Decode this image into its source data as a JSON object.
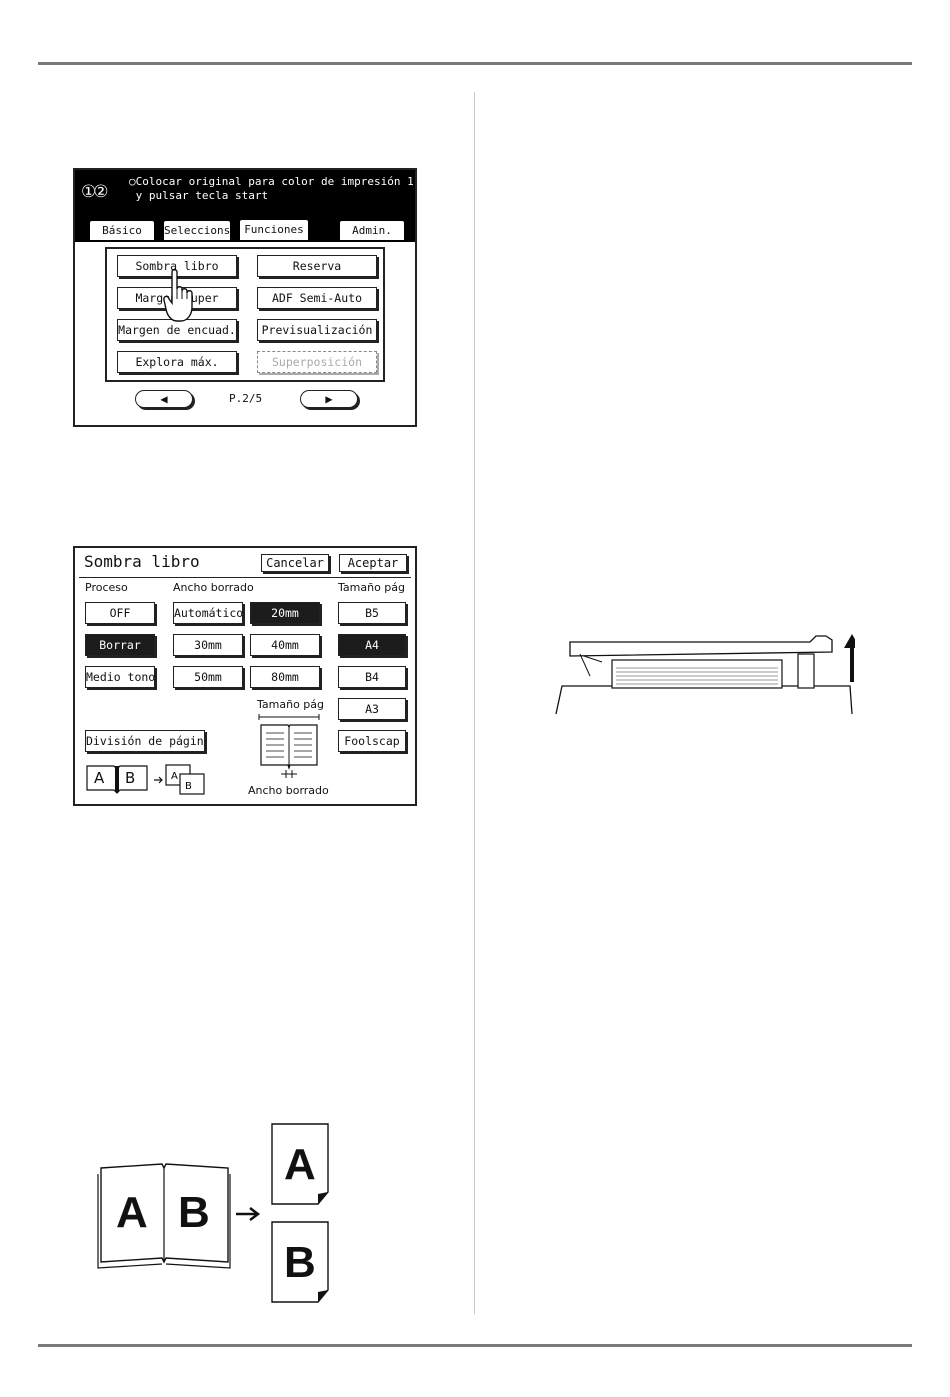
{
  "screen1": {
    "message_icon": "①②",
    "message": "○Colocar original para color de impresión 1\n y pulsar tecla start",
    "tabs": [
      "Básico",
      "Seleccions",
      "Funciones",
      "Admin."
    ],
    "active_tab": "Funciones",
    "buttons": {
      "sombra_libro": "Sombra libro",
      "margen_super": "Margen super",
      "margen_encuad": "Margen de encuad.",
      "explora_max": "Explora máx.",
      "reserva": "Reserva",
      "adf_semi_auto": "ADF Semi-Auto",
      "previsualizacion": "Previsualización",
      "superposicion": "Superposición"
    },
    "page_indicator": "P.2/5",
    "prev_arrow": "◀",
    "next_arrow": "▶"
  },
  "screen2": {
    "title": "Sombra libro",
    "cancel": "Cancelar",
    "accept": "Aceptar",
    "labels": {
      "proceso": "Proceso",
      "ancho_borrado": "Ancho borrado",
      "tamano_pag": "Tamaño pág",
      "diagram_top": "Tamaño pág",
      "diagram_bottom": "Ancho borrado"
    },
    "proceso_options": [
      "OFF",
      "Borrar",
      "Medio tono"
    ],
    "proceso_selected": "Borrar",
    "ancho_options": [
      "Automático",
      "20mm",
      "30mm",
      "40mm",
      "50mm",
      "80mm"
    ],
    "ancho_selected": "20mm",
    "size_options": [
      "B5",
      "A4",
      "B4",
      "A3",
      "Foolscap"
    ],
    "size_selected": "A4",
    "division_pagina": "División de página",
    "book_letters": [
      "A",
      "B"
    ]
  },
  "illustration_split": {
    "book_letters": [
      "A",
      "B"
    ],
    "pages": [
      "A",
      "B"
    ]
  }
}
